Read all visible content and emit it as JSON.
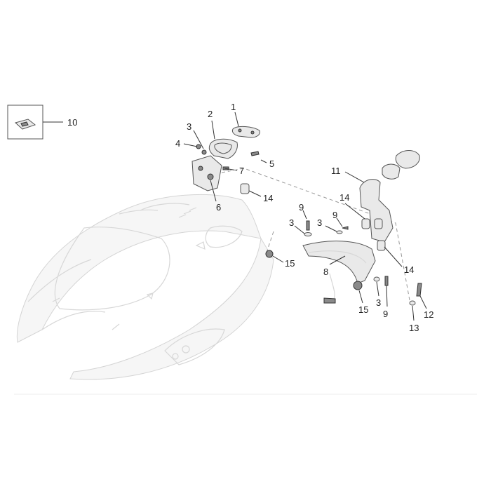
{
  "callouts": [
    {
      "id": "c10",
      "text": "10"
    },
    {
      "id": "c1",
      "text": "1"
    },
    {
      "id": "c2",
      "text": "2"
    },
    {
      "id": "c3a",
      "text": "3"
    },
    {
      "id": "c4",
      "text": "4"
    },
    {
      "id": "c5",
      "text": "5"
    },
    {
      "id": "c7",
      "text": "7"
    },
    {
      "id": "c6",
      "text": "6"
    },
    {
      "id": "c14a",
      "text": "14"
    },
    {
      "id": "c11",
      "text": "11"
    },
    {
      "id": "c14b",
      "text": "14"
    },
    {
      "id": "c9a",
      "text": "9"
    },
    {
      "id": "c9b",
      "text": "9"
    },
    {
      "id": "c3b",
      "text": "3"
    },
    {
      "id": "c3c",
      "text": "3"
    },
    {
      "id": "c15a",
      "text": "15"
    },
    {
      "id": "c8",
      "text": "8"
    },
    {
      "id": "c14c",
      "text": "14"
    },
    {
      "id": "c15b",
      "text": "15"
    },
    {
      "id": "c3d",
      "text": "3"
    },
    {
      "id": "c9c",
      "text": "9"
    },
    {
      "id": "c12",
      "text": "12"
    },
    {
      "id": "c13",
      "text": "13"
    }
  ]
}
